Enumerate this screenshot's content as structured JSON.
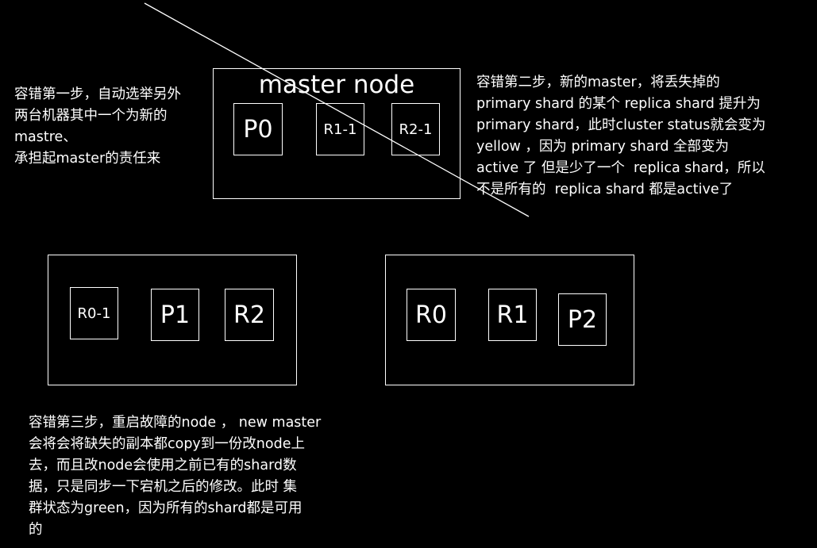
{
  "colors": {
    "background": "#000000",
    "foreground": "#ffffff"
  },
  "master_node": {
    "title": "master node",
    "shards": [
      "P0",
      "R1-1",
      "R2-1"
    ]
  },
  "node_left": {
    "shards": [
      "R0-1",
      "P1",
      "R2"
    ]
  },
  "node_right": {
    "shards": [
      "R0",
      "R1",
      "P2"
    ]
  },
  "notes": {
    "step1": "容错第一步，自动选举另外\n两台机器其中一个为新的\nmastre、\n承担起master的责任来",
    "step2": "容错第二步，新的master，将丢失掉的\nprimary shard 的某个 replica shard 提升为\nprimary shard，此时cluster status就会变为\nyellow ，因为 primary shard 全部变为\nactive 了 但是少了一个  replica shard，所以\n不是所有的  replica shard 都是active了",
    "step3": "容错第三步，重启故障的node ， new master\n会将会将缺失的副本都copy到一份改node上\n去，而且改node会使用之前已有的shard数\n据，只是同步一下宕机之后的修改。此时 集\n群状态为green，因为所有的shard都是可用\n的"
  }
}
